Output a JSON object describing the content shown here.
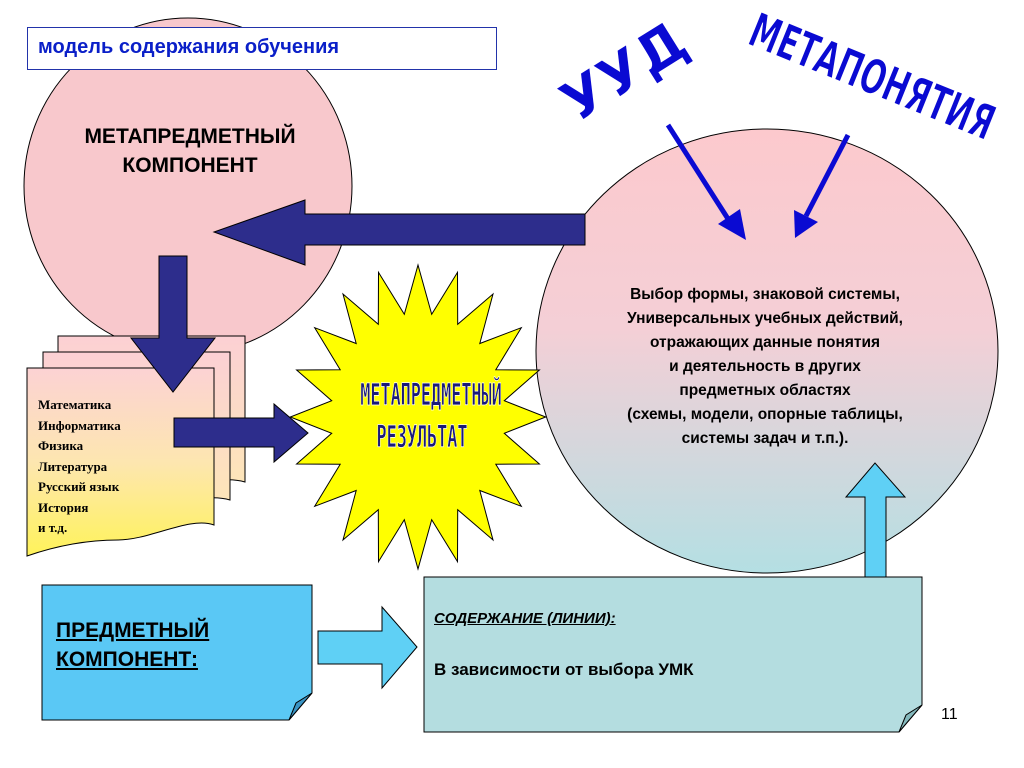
{
  "slide": {
    "title": "модель содержания обучения",
    "page_number": "11"
  },
  "metasubject_component": {
    "lines": [
      "МЕТАПРЕДМЕТНЫЙ",
      "КОМПОНЕНТ"
    ]
  },
  "subjects": {
    "items": [
      "Математика",
      "Информатика",
      "Физика",
      "Литература",
      "Русский язык",
      "История",
      "и т.д."
    ]
  },
  "result": {
    "lines": [
      "МЕТАПРЕДМЕТНЫЙ",
      "РЕЗУЛЬТАТ"
    ]
  },
  "wordart": {
    "uud": "УУД",
    "metaconcepts": "МЕТАПОНЯТИЯ"
  },
  "choice_circle": {
    "lines": [
      "Выбор формы, знаковой системы,",
      "Универсальных учебных действий,",
      "отражающих данные понятия",
      "и деятельность в других",
      "предметных областях",
      "(схемы, модели, опорные таблицы,",
      "системы задач и т.п.)."
    ]
  },
  "subject_component": {
    "lines": [
      "ПРЕДМЕТНЫЙ",
      "КОМПОНЕНТ:"
    ]
  },
  "content": {
    "label": "СОДЕРЖАНИЕ (ЛИНИИ):",
    "value": "В зависимости от выбора УМК"
  },
  "colors": {
    "title_text": "#0a1fc8",
    "wordart_blue": "#0a0ad2",
    "arrow_navy": "#2d2d8c",
    "arrow_light_blue": "#5fd0f5",
    "circle_pink": "#f8c8cc",
    "star_yellow": "#ffff00",
    "subject_box_blue": "#5ac8f5",
    "content_box": "#b4dde0"
  }
}
